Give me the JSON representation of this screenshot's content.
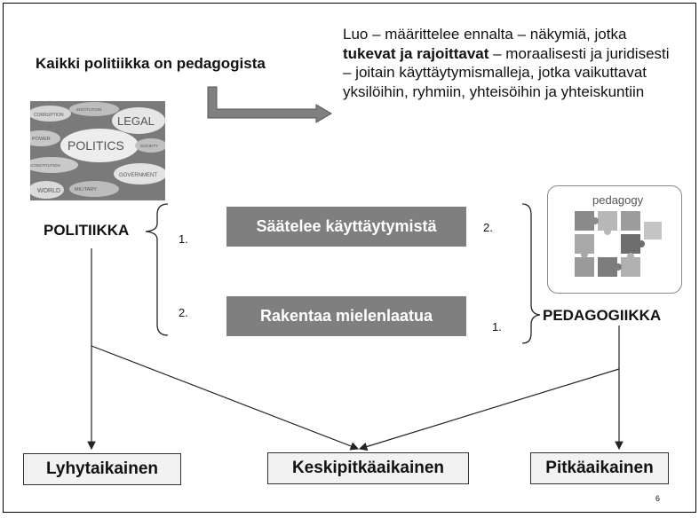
{
  "title": "Kaikki politiikka on pedagogista",
  "description": {
    "part1": "Luo – määrittelee ennalta – näkymiä, jotka",
    "bold": "tukevat ja rajoittavat",
    "part2": " – moraalisesti ja juridisesti – joitain käyttäytymismalleja, jotka vaikuttavat yksilöihin, ryhmiin, yhteisöihin ja yhteiskuntiin"
  },
  "politics_image": {
    "words": [
      "CORRUPTION",
      "INSTITUTION",
      "LEGAL",
      "POWER",
      "POLITICS",
      "SOCIETY",
      "CONSTITUTION",
      "WORLD",
      "MILITARY",
      "GOVERNMENT"
    ]
  },
  "pedagogy_image": {
    "label": "pedagogy"
  },
  "politiikka_label": "POLITIIKKA",
  "pedagogiikka_label": "PEDAGOGIIKKA",
  "box1": "Säätelee käyttäytymistä",
  "box2": "Rakentaa mielenlaatua",
  "nums": {
    "left_top": "1.",
    "left_bottom": "2.",
    "right_top": "2.",
    "right_bottom": "1."
  },
  "outcomes": {
    "short": "Lyhytaikainen",
    "medium": "Keskipitkäaikainen",
    "long": "Pitkäaikainen"
  },
  "page_number": "6"
}
